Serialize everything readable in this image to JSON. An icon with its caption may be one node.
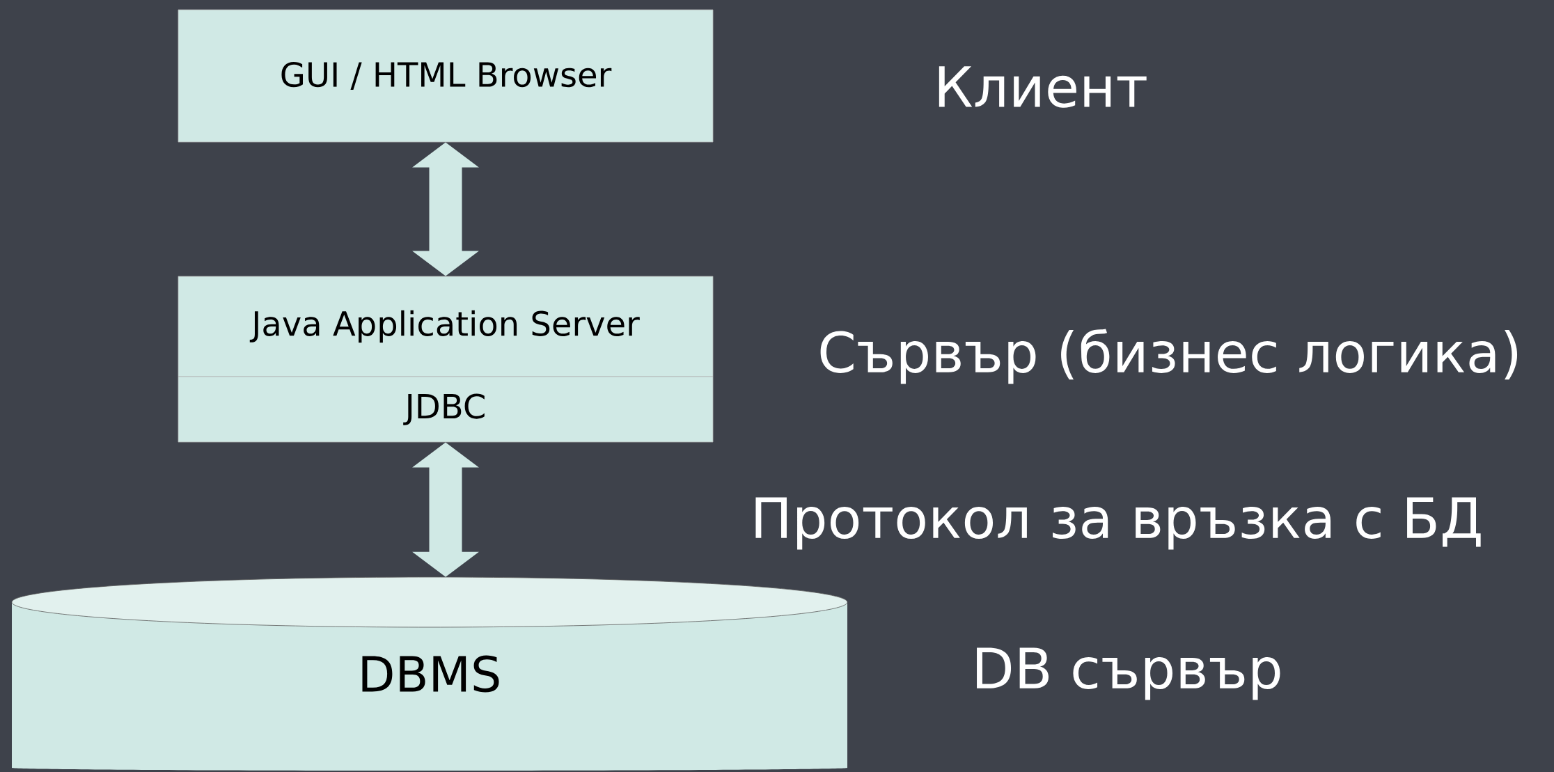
{
  "diagram": {
    "nodes": [
      {
        "text": [
          "GUI / HTML Browser"
        ]
      },
      {
        "text": [
          "Java Application Server"
        ]
      },
      {
        "text": [
          "JDBC"
        ]
      },
      {
        "text": [
          "DBMS"
        ]
      }
    ],
    "edges": [
      {
        "from": 0,
        "to": 1,
        "arrow": "both"
      },
      {
        "from": 2,
        "to": 3,
        "arrow": "both"
      }
    ],
    "labels": [
      "Клиент",
      "Сървър (бизнес логика)",
      "Протокол за връзка с БД",
      "DB сървър"
    ]
  }
}
